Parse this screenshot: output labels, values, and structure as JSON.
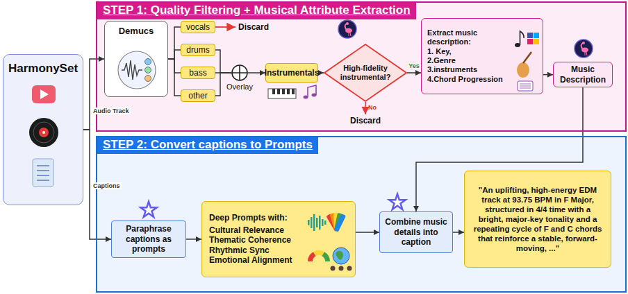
{
  "diagram": {
    "nodes": [
      {
        "text": [
          "HarmonySet"
        ]
      },
      {
        "text": [
          "STEP 1: Quality Filtering + Musical Attribute Extraction"
        ]
      },
      {
        "text": [
          "Demucs"
        ],
        "in": 1
      },
      {
        "text": [
          "vocals"
        ],
        "in": 1
      },
      {
        "text": [
          "drums"
        ],
        "in": 1
      },
      {
        "text": [
          "bass"
        ],
        "in": 1
      },
      {
        "text": [
          "other"
        ],
        "in": 1
      },
      {
        "text": [
          "Overlay"
        ],
        "in": 1
      },
      {
        "text": [
          "Instrumentals"
        ],
        "in": 1
      },
      {
        "text": [
          "High-fidelity instrumental?"
        ],
        "in": 1
      },
      {
        "text": [
          "Extract music description:",
          "1. Key,",
          "2.Genre",
          "3.instruments",
          "4.Chord Progression"
        ],
        "in": 1
      },
      {
        "text": [
          "Music Description"
        ],
        "in": 1
      },
      {
        "text": [
          "STEP 2: Convert captions to Prompts"
        ]
      },
      {
        "text": [
          "Paraphrase captions as prompts"
        ],
        "in": 12
      },
      {
        "text": [
          "Deep Prompts with:",
          "Cultural Relevance",
          "Thematic Coherence",
          "Rhythmic Sync",
          "Emotional Alignment"
        ],
        "in": 12
      },
      {
        "text": [
          "Combine music details into caption"
        ],
        "in": 12
      },
      {
        "text": [
          "\"An uplifting, high-energy EDM track at 93.75 BPM in F Major, structured in 4/4 time with a bright, major-key tonality and a repeating cycle of F and C chords that reinforce a stable, forward-moving, ...\""
        ],
        "in": 12
      }
    ],
    "edges": [
      {
        "from": 0,
        "to": 2,
        "label": "Audio Track",
        "arrow": "to"
      },
      {
        "from": 0,
        "to": 13,
        "label": "Captions",
        "arrow": "to"
      },
      {
        "from": 2,
        "to": 3,
        "arrow": "none"
      },
      {
        "from": 2,
        "to": 4,
        "arrow": "none"
      },
      {
        "from": 2,
        "to": 5,
        "arrow": "none"
      },
      {
        "from": 2,
        "to": 6,
        "arrow": "none"
      },
      {
        "from": 4,
        "to": 7,
        "arrow": "none"
      },
      {
        "from": 5,
        "to": 7,
        "arrow": "none"
      },
      {
        "from": 6,
        "to": 7,
        "arrow": "none"
      },
      {
        "from": 7,
        "to": 8,
        "arrow": "to"
      },
      {
        "from": 8,
        "to": 9,
        "arrow": "to"
      },
      {
        "from": 9,
        "to": 10,
        "label": "Yes",
        "arrow": "to"
      },
      {
        "from": 10,
        "to": 11,
        "arrow": "to"
      },
      {
        "from": 11,
        "to": 15,
        "arrow": "to"
      },
      {
        "from": 13,
        "to": 14,
        "arrow": "to"
      },
      {
        "from": 14,
        "to": 15,
        "arrow": "to"
      },
      {
        "from": 15,
        "to": 16,
        "arrow": "to"
      }
    ],
    "labels": [
      "Discard",
      "No",
      "Discard"
    ]
  }
}
